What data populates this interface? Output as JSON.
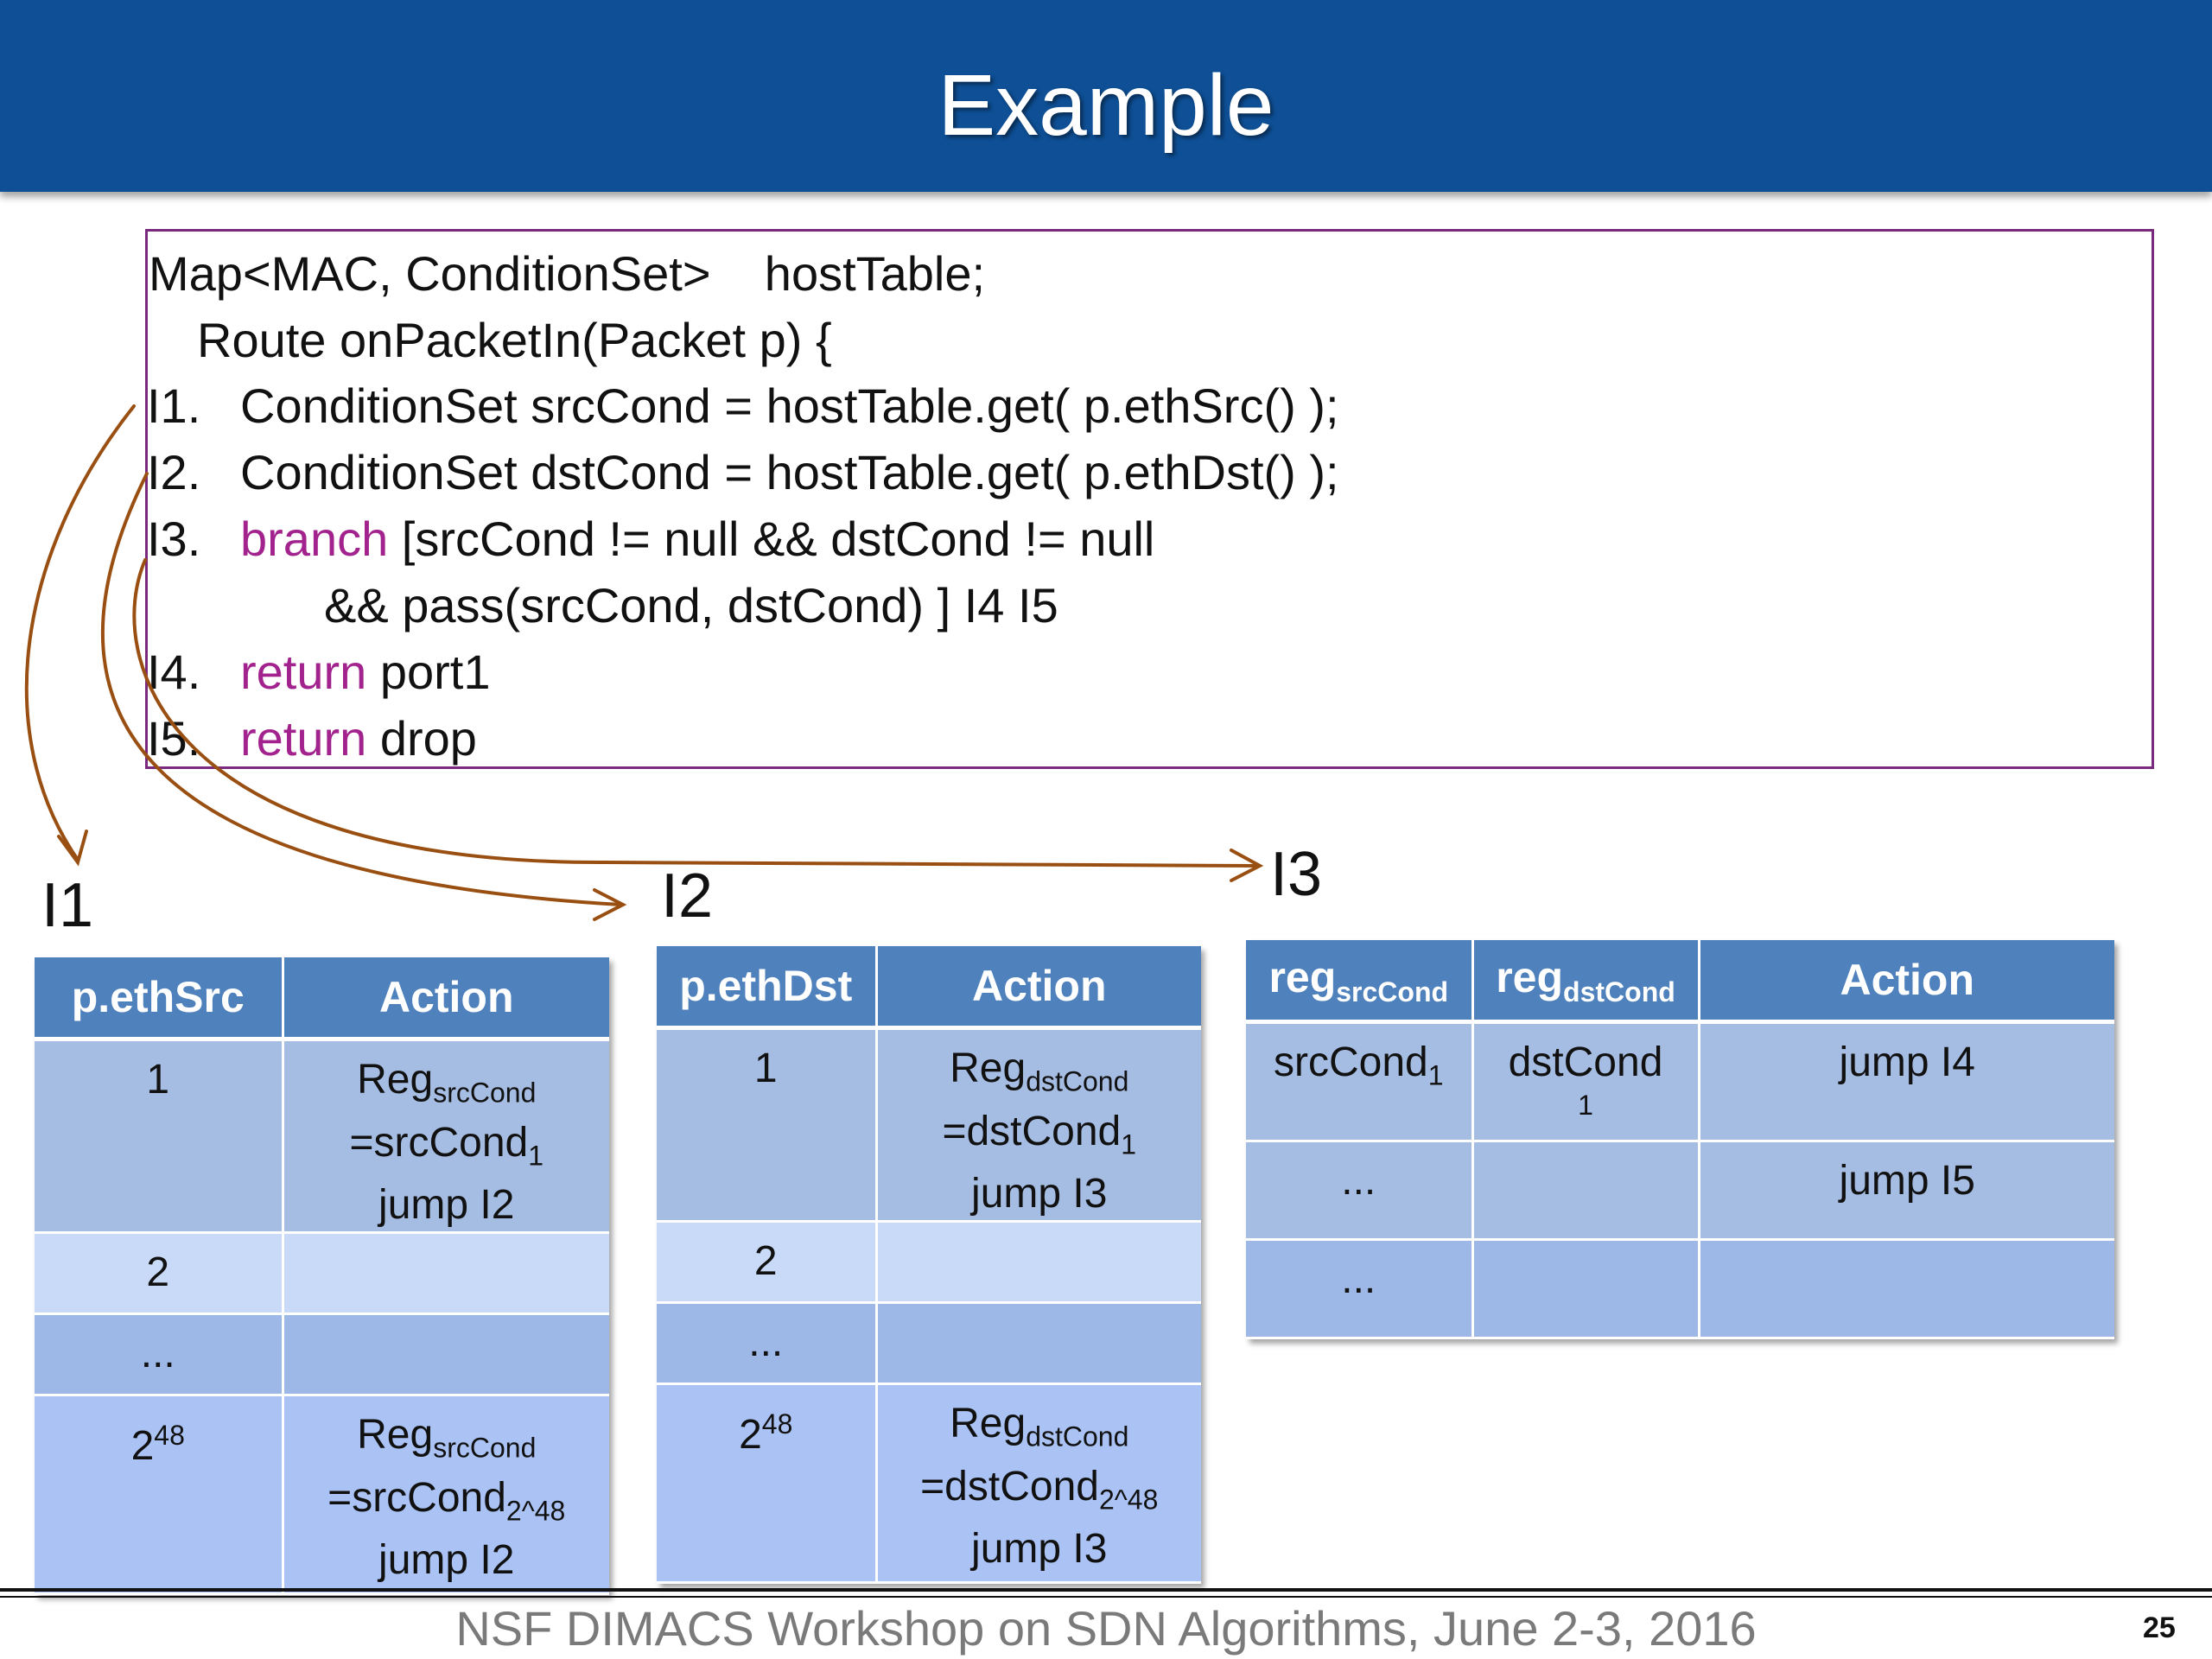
{
  "slide": {
    "title": "Example",
    "footer": "NSF DIMACS Workshop on SDN Algorithms, June 2-3, 2016",
    "page_number": "25"
  },
  "code": {
    "line0": "Map<MAC, ConditionSet>    hostTable;",
    "line1": "Route onPacketIn(Packet p) {",
    "l1_num": "I1.",
    "l1_text": "ConditionSet srcCond = hostTable.get( p.ethSrc() );",
    "l2_num": "I2.",
    "l2_text": "ConditionSet dstCond = hostTable.get( p.ethDst() );",
    "l3_num": "I3.",
    "l3_kw": "branch",
    "l3_text": " [srcCond != null && dstCond != null",
    "l3_cont": "&& pass(srcCond, dstCond) ] I4 I5",
    "l4_num": "I4.",
    "l4_kw": "return",
    "l4_text": " port1",
    "l5_num": "I5.",
    "l5_kw": "return",
    "l5_text": " drop",
    "keyword_color": "#a3238e"
  },
  "labels": {
    "i1": "I1",
    "i2": "I2",
    "i3": "I3"
  },
  "arrow_color": "#9a4f12",
  "table1": {
    "header": [
      "p.ethSrc",
      "Action"
    ],
    "rows": [
      {
        "key": "1",
        "reg": "Reg",
        "reg_sub": "srcCond",
        "assign": "=srcCond",
        "assign_sub": "1",
        "jump": "jump I2"
      },
      {
        "key": "2"
      },
      {
        "key": "..."
      },
      {
        "key": "2",
        "key_sup": "48",
        "reg": "Reg",
        "reg_sub": "srcCond",
        "assign": "=srcCond",
        "assign_sub": "2^48",
        "jump": "jump I2"
      }
    ]
  },
  "table2": {
    "header": [
      "p.ethDst",
      "Action"
    ],
    "rows": [
      {
        "key": "1",
        "reg": "Reg",
        "reg_sub": "dstCond",
        "assign": "=dstCond",
        "assign_sub": "1",
        "jump": "jump I3"
      },
      {
        "key": "2"
      },
      {
        "key": "..."
      },
      {
        "key": "2",
        "key_sup": "48",
        "reg": "Reg",
        "reg_sub": "dstCond",
        "assign": "=dstCond",
        "assign_sub": "2^48",
        "jump": "jump I3"
      }
    ]
  },
  "table3": {
    "header": [
      {
        "base": "reg",
        "sub": "srcCond"
      },
      {
        "base": "reg",
        "sub": "dstCond"
      },
      {
        "base": "Action"
      }
    ],
    "rows": [
      {
        "c1": "srcCond",
        "c1_sub": "1",
        "c2": "dstCond",
        "c2_sub": "1",
        "c3": "jump I4"
      },
      {
        "c1": "...",
        "c3": "jump I5"
      },
      {
        "c1": "..."
      }
    ]
  },
  "colors": {
    "title_bar": "#0e4f95",
    "header_cell": "#4f81bd",
    "code_box_border": "#7a2a7e"
  }
}
